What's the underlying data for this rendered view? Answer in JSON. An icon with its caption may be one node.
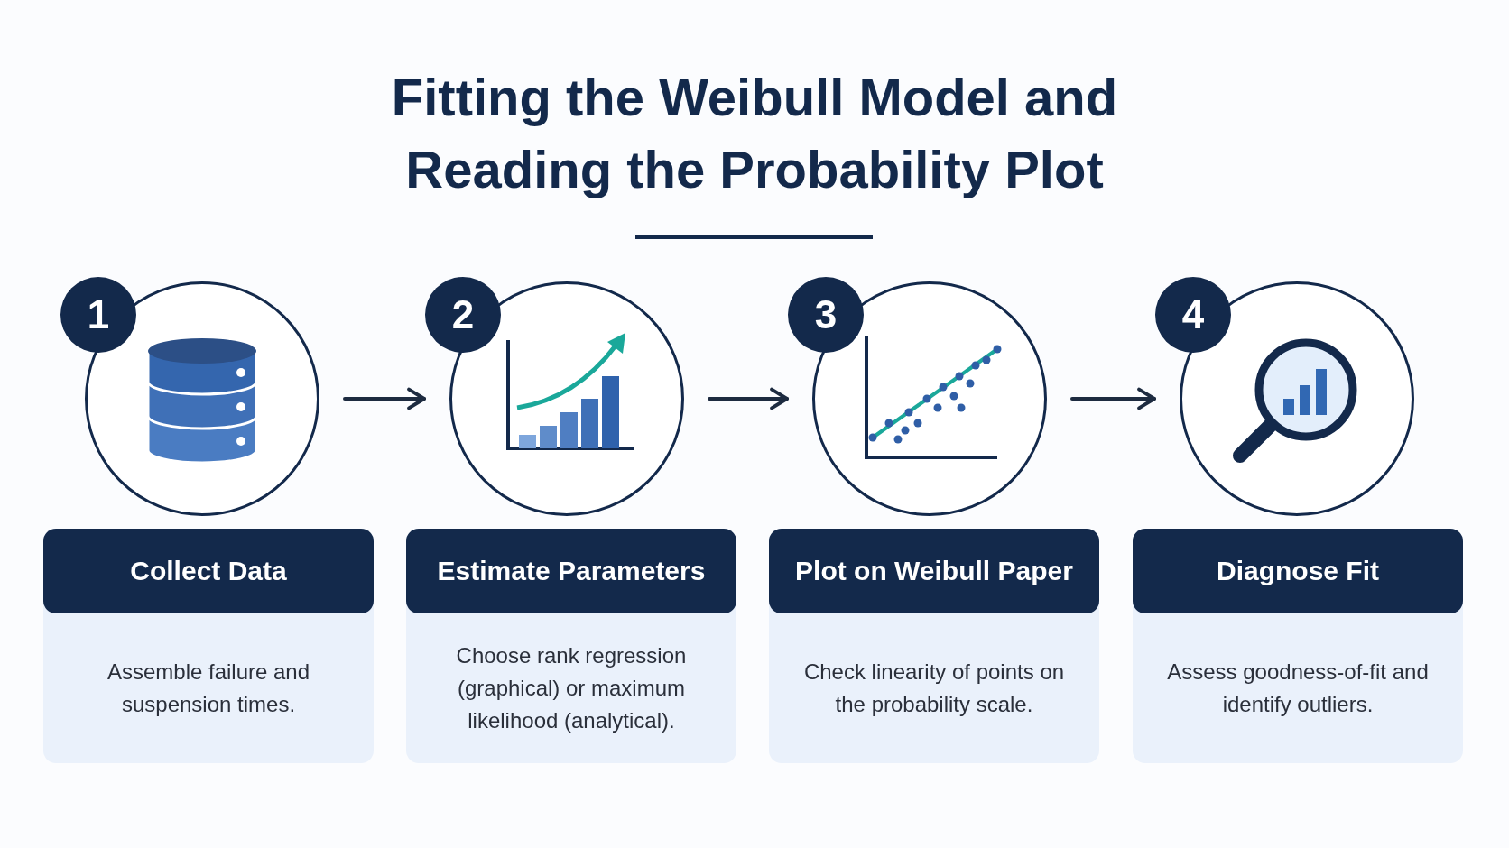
{
  "diagram": {
    "title": "Fitting the Weibull Model and Reading the Probability Plot",
    "nodes": [
      {
        "text": [
          "1"
        ]
      },
      {
        "text": [],
        "shape": "circle"
      },
      {
        "text": [
          "Collect Data",
          "Assemble failure and suspension times."
        ]
      },
      {
        "text": [
          "2"
        ]
      },
      {
        "text": [],
        "shape": "circle"
      },
      {
        "text": [
          "Estimate Parameters",
          "Choose rank regression (graphical) or maximum likelihood (analytical)."
        ]
      },
      {
        "text": [
          "3"
        ]
      },
      {
        "text": [],
        "shape": "circle"
      },
      {
        "text": [
          "Plot on Weibull Paper",
          "Check linearity of points on the probability scale."
        ]
      },
      {
        "text": [
          "4"
        ]
      },
      {
        "text": [],
        "shape": "circle"
      },
      {
        "text": [
          "Diagnose Fit",
          "Assess goodness-of-fit and identify outliers."
        ]
      }
    ],
    "edges": [
      {
        "from": 1,
        "to": 4,
        "arrow": "to"
      },
      {
        "from": 4,
        "to": 7,
        "arrow": "to"
      },
      {
        "from": 7,
        "to": 10,
        "arrow": "to"
      }
    ]
  }
}
